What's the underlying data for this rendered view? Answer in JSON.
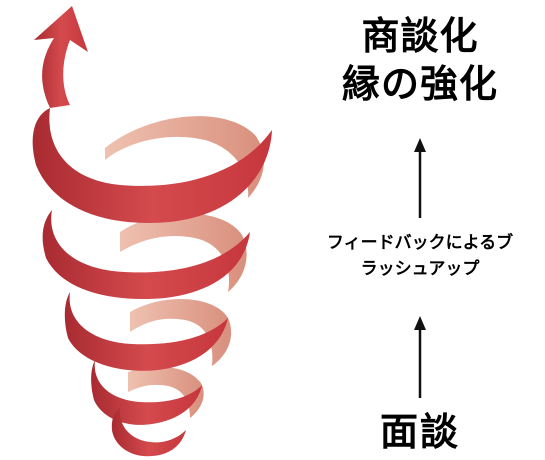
{
  "texts": {
    "top_line_1": "商談化",
    "top_line_2": "縁の強化",
    "middle_line_1": "フィードバックによるブ",
    "middle_line_2": "ラッシュアップ",
    "bottom": "面談"
  },
  "colors": {
    "spiral_front": "#c6373d",
    "spiral_front_light": "#d95a5c",
    "spiral_back": "#e3a090",
    "arrow": "#111111",
    "text": "#000000"
  },
  "icons": {
    "spiral": "upward-spiral-arrow-icon",
    "flow_arrow": "up-arrow-icon"
  }
}
